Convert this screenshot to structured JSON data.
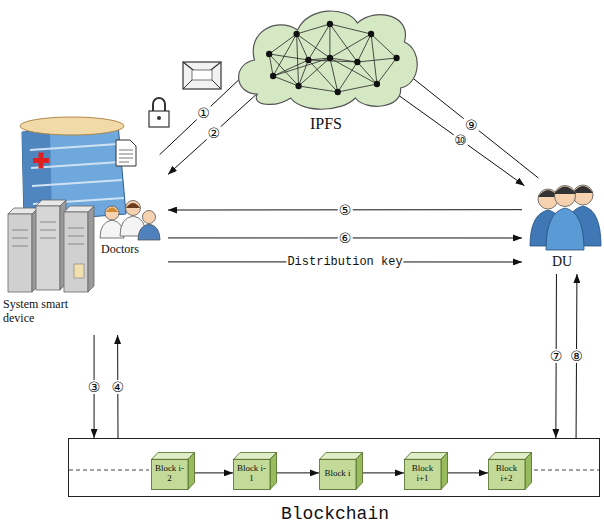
{
  "diagram": {
    "nodes": [
      {
        "text": [
          "IPFS"
        ]
      },
      {
        "text": [
          "Doctors",
          "System smart device"
        ]
      },
      {
        "text": [
          "DU"
        ]
      },
      {
        "text": [
          "Blockchain"
        ]
      },
      {
        "text": [
          "Block i-2"
        ],
        "in": 3
      },
      {
        "text": [
          "Block i-1"
        ],
        "in": 3
      },
      {
        "text": [
          "Block i"
        ],
        "in": 3
      },
      {
        "text": [
          "Block i+1"
        ],
        "in": 3
      },
      {
        "text": [
          "Block i+2"
        ],
        "in": 3
      }
    ],
    "edges": [
      {
        "from": 1,
        "to": 0,
        "arrow": "to",
        "label": "①"
      },
      {
        "from": 0,
        "to": 1,
        "arrow": "to",
        "label": "②"
      },
      {
        "from": 1,
        "to": 3,
        "arrow": "to",
        "label": "③"
      },
      {
        "from": 3,
        "to": 1,
        "arrow": "to",
        "label": "④"
      },
      {
        "from": 2,
        "to": 1,
        "arrow": "to",
        "label": "⑤"
      },
      {
        "from": 1,
        "to": 2,
        "arrow": "to",
        "label": "⑥"
      },
      {
        "from": 1,
        "to": 2,
        "arrow": "to",
        "label": "Distribution key"
      },
      {
        "from": 2,
        "to": 3,
        "arrow": "to",
        "label": "⑦"
      },
      {
        "from": 3,
        "to": 2,
        "arrow": "to",
        "label": "⑧"
      },
      {
        "from": 2,
        "to": 0,
        "arrow": "to",
        "label": "⑨"
      },
      {
        "from": 0,
        "to": 2,
        "arrow": "to",
        "label": "⑩"
      },
      {
        "from": 4,
        "to": 5,
        "arrow": "to"
      },
      {
        "from": 5,
        "to": 6,
        "arrow": "to"
      },
      {
        "from": 6,
        "to": 7,
        "arrow": "to"
      },
      {
        "from": 7,
        "to": 8,
        "arrow": "to"
      }
    ]
  }
}
